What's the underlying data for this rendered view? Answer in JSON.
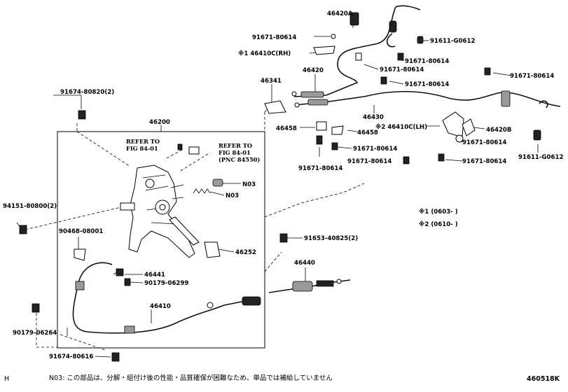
{
  "labels": {
    "p46420A": "46420A",
    "p91671_80614_a": "91671-80614",
    "p91611_G0612_a": "91611-G0612",
    "p46410C_RH": "※1 46410C(RH)",
    "p91671_80614_b": "91671-80614",
    "p46420": "46420",
    "p91671_80614_c": "91671-80614",
    "p91671_80614_d": "91671-80614",
    "p91671_80614_e": "91671-80614",
    "p46341": "46341",
    "p46430": "46430",
    "p91674_80820": "91674-80820(2)",
    "p46458_a": "46458",
    "p46458_b": "46458",
    "p46410C_LH": "※2 46410C(LH)",
    "p46420B": "46420B",
    "p46200": "46200",
    "p91671_80614_f": "91671-80614",
    "p91671_80614_g": "91671-80614",
    "p91671_80614_h": "91671-80614",
    "p91671_80614_i": "91671-80614",
    "p91671_80614_j": "91671-80614",
    "p91611_G0612_b": "91611-G0612",
    "n03_a": "N03",
    "n03_b": "N03",
    "p94151_80800": "94151-80800(2)",
    "p90468_08001": "90468-08001",
    "p46252": "46252",
    "p91653_40825": "91653-40825(2)",
    "p46441": "46441",
    "p90179_06299": "90179-06299",
    "p46440": "46440",
    "p46410": "46410",
    "p90179_06264": "90179-06264",
    "p91674_80616": "91674-80616"
  },
  "refs": {
    "ref1_line1": "REFER TO",
    "ref1_line2": "FIG 84-01",
    "ref2_line1": "REFER TO",
    "ref2_line2": "FIG 84-01",
    "ref2_line3": "(PNC 84550)"
  },
  "notes": {
    "note1": "※1 (0603-    )",
    "note2": "※2 (0610-    )"
  },
  "footer": {
    "h_mark": "H",
    "n03_note": "N03: この部品は、分解・組付け後の性能・品質確保が困難なため、単品では補給していません",
    "diagram_code": "460518K"
  }
}
